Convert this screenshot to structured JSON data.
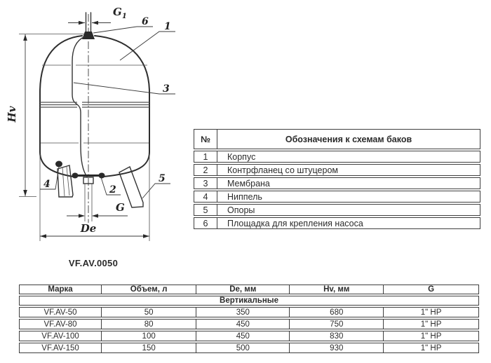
{
  "colors": {
    "ink": "#2f2f2f",
    "background": "#ffffff"
  },
  "drawing": {
    "model_code": "VF.AV.0050",
    "dims": {
      "g1_main": "G",
      "g1_sub": "1",
      "hv": "Hv",
      "g": "G",
      "de": "De"
    },
    "callouts": {
      "c1": "1",
      "c2": "2",
      "c3": "3",
      "c4": "4",
      "c5": "5",
      "c6": "6"
    }
  },
  "legend_table": {
    "headers": {
      "num": "№",
      "desc": "Обозначения к схемам баков"
    },
    "rows": [
      {
        "num": "1",
        "desc": "Корпус"
      },
      {
        "num": "2",
        "desc": "Контрфланец со штуцером"
      },
      {
        "num": "3",
        "desc": "Мембрана"
      },
      {
        "num": "4",
        "desc": "Ниппель"
      },
      {
        "num": "5",
        "desc": "Опоры"
      },
      {
        "num": "6",
        "desc": "Площадка для крепления насоса"
      }
    ]
  },
  "spec_table": {
    "headers": [
      "Марка",
      "Объем, л",
      "De, мм",
      "Hv, мм",
      "G"
    ],
    "group_label": "Вертикальные",
    "rows": [
      [
        "VF.AV-50",
        "50",
        "350",
        "680",
        "1\" НР"
      ],
      [
        "VF.AV-80",
        "80",
        "450",
        "750",
        "1\" НР"
      ],
      [
        "VF.AV-100",
        "100",
        "450",
        "830",
        "1\" НР"
      ],
      [
        "VF.AV-150",
        "150",
        "500",
        "930",
        "1\" НР"
      ]
    ]
  }
}
